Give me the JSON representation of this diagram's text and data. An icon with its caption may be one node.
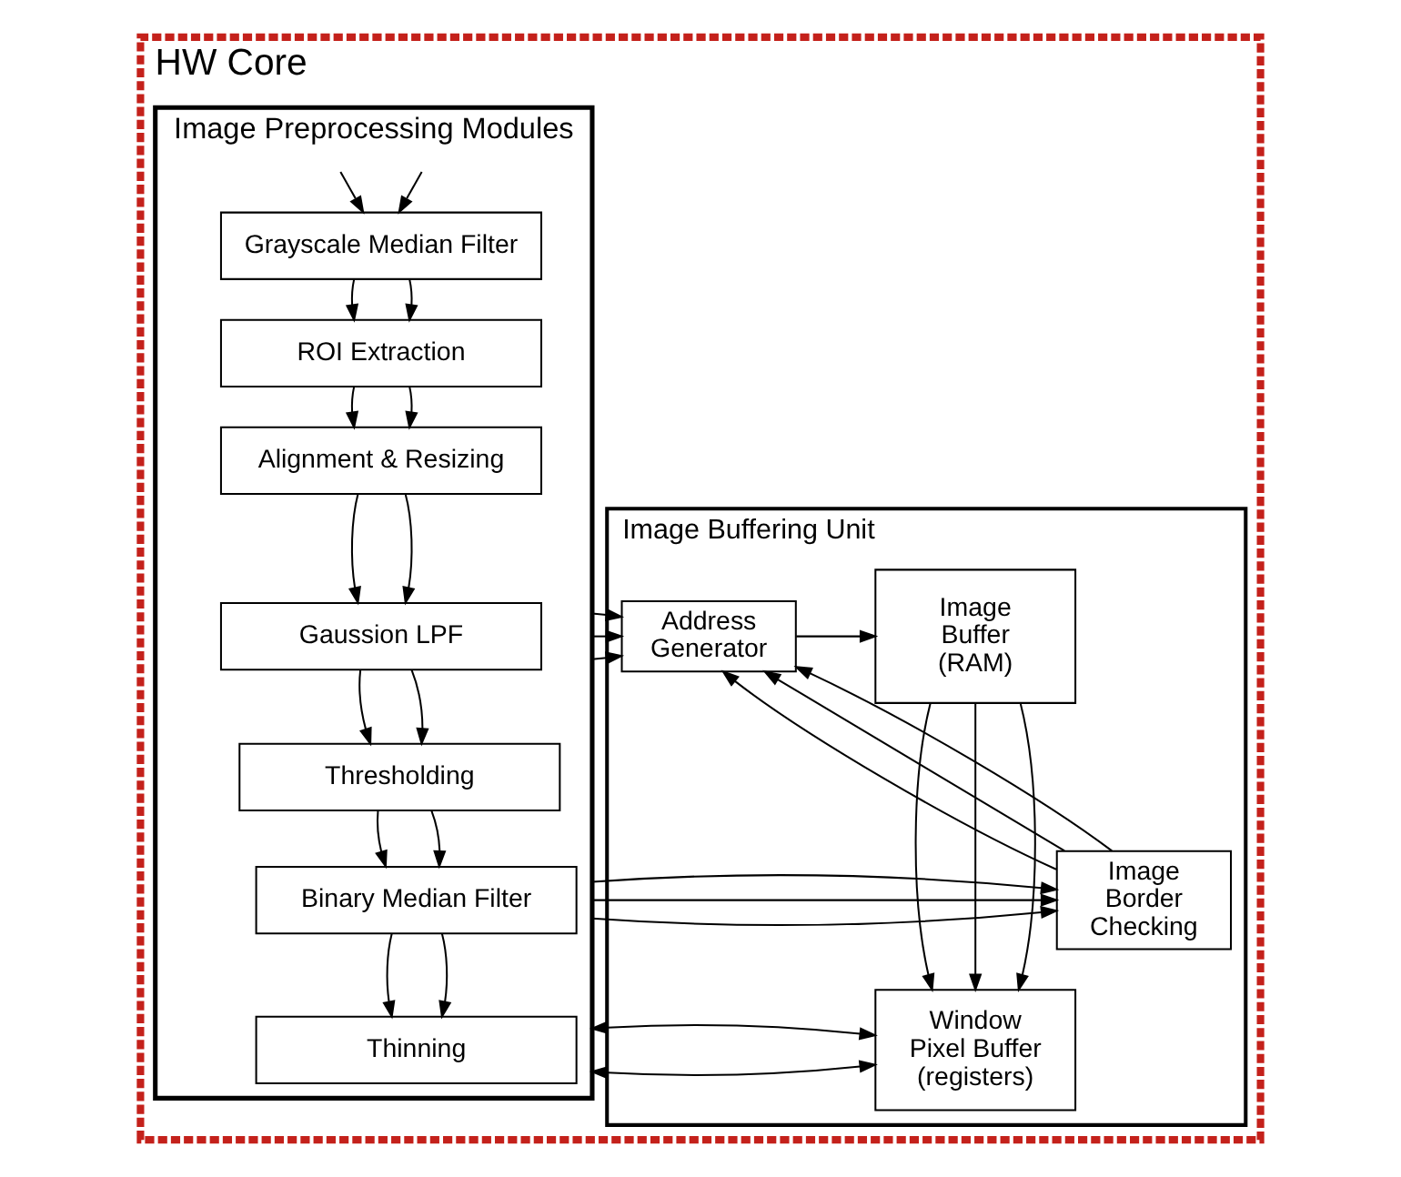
{
  "diagram": {
    "nodes": [
      {
        "text": [
          "HW Core"
        ]
      },
      {
        "text": [
          "Image Preprocessing Modules"
        ],
        "in": 0
      },
      {
        "text": [
          "Grayscale Median Filter"
        ],
        "in": 1
      },
      {
        "text": [
          "ROI Extraction"
        ],
        "in": 1
      },
      {
        "text": [
          "Alignment & Resizing"
        ],
        "in": 1
      },
      {
        "text": [
          "Gaussion LPF"
        ],
        "in": 1
      },
      {
        "text": [
          "Thresholding"
        ],
        "in": 1
      },
      {
        "text": [
          "Binary Median Filter"
        ],
        "in": 1
      },
      {
        "text": [
          "Thinning"
        ],
        "in": 1
      },
      {
        "text": [
          "Image Buffering Unit"
        ],
        "in": 0
      },
      {
        "text": [
          "Address Generator"
        ],
        "in": 9
      },
      {
        "text": [
          "Image Buffer (RAM)"
        ],
        "in": 9
      },
      {
        "text": [
          "Image Border Checking"
        ],
        "in": 9
      },
      {
        "text": [
          "Window Pixel Buffer (registers)"
        ],
        "in": 9
      }
    ],
    "edges": [
      {
        "from": null,
        "to": 2,
        "arrow": "to"
      },
      {
        "from": null,
        "to": 2,
        "arrow": "to"
      },
      {
        "from": 2,
        "to": 3,
        "arrow": "to"
      },
      {
        "from": 2,
        "to": 3,
        "arrow": "to"
      },
      {
        "from": 3,
        "to": 4,
        "arrow": "to"
      },
      {
        "from": 3,
        "to": 4,
        "arrow": "to"
      },
      {
        "from": 4,
        "to": 5,
        "arrow": "to"
      },
      {
        "from": 4,
        "to": 5,
        "arrow": "to"
      },
      {
        "from": 5,
        "to": 6,
        "arrow": "to"
      },
      {
        "from": 5,
        "to": 6,
        "arrow": "to"
      },
      {
        "from": 6,
        "to": 7,
        "arrow": "to"
      },
      {
        "from": 6,
        "to": 7,
        "arrow": "to"
      },
      {
        "from": 7,
        "to": 8,
        "arrow": "to"
      },
      {
        "from": 7,
        "to": 8,
        "arrow": "to"
      },
      {
        "from": 1,
        "to": 10,
        "arrow": "to"
      },
      {
        "from": 1,
        "to": 10,
        "arrow": "to"
      },
      {
        "from": 1,
        "to": 10,
        "arrow": "to"
      },
      {
        "from": 1,
        "to": 12,
        "arrow": "to"
      },
      {
        "from": 1,
        "to": 12,
        "arrow": "to"
      },
      {
        "from": 1,
        "to": 12,
        "arrow": "to"
      },
      {
        "from": 10,
        "to": 11,
        "arrow": "to"
      },
      {
        "from": 12,
        "to": 10,
        "arrow": "to"
      },
      {
        "from": 12,
        "to": 10,
        "arrow": "to"
      },
      {
        "from": 12,
        "to": 10,
        "arrow": "to"
      },
      {
        "from": 11,
        "to": 13,
        "arrow": "to"
      },
      {
        "from": 11,
        "to": 13,
        "arrow": "to"
      },
      {
        "from": 11,
        "to": 13,
        "arrow": "to"
      },
      {
        "from": 1,
        "to": 13,
        "arrow": "both"
      },
      {
        "from": 1,
        "to": 13,
        "arrow": "both"
      }
    ]
  }
}
